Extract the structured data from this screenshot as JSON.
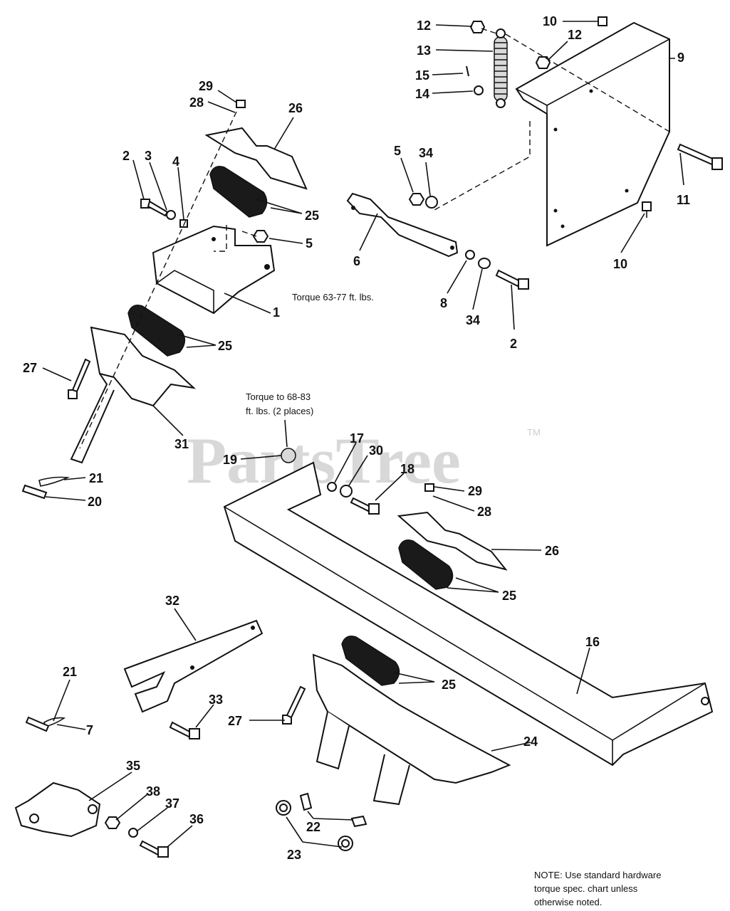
{
  "watermark": {
    "text": "PartsTree",
    "tm": "TM"
  },
  "callouts": [
    {
      "id": "c12a",
      "text": "12"
    },
    {
      "id": "c10a",
      "text": "10"
    },
    {
      "id": "c12b",
      "text": "12"
    },
    {
      "id": "c13",
      "text": "13"
    },
    {
      "id": "c9",
      "text": "9"
    },
    {
      "id": "c15",
      "text": "15"
    },
    {
      "id": "c14",
      "text": "14"
    },
    {
      "id": "c29a",
      "text": "29"
    },
    {
      "id": "c28a",
      "text": "28"
    },
    {
      "id": "c26a",
      "text": "26"
    },
    {
      "id": "c2a",
      "text": "2"
    },
    {
      "id": "c3",
      "text": "3"
    },
    {
      "id": "c4",
      "text": "4"
    },
    {
      "id": "c5a",
      "text": "5"
    },
    {
      "id": "c34a",
      "text": "34"
    },
    {
      "id": "c11",
      "text": "11"
    },
    {
      "id": "c25a",
      "text": "25"
    },
    {
      "id": "c5b",
      "text": "5"
    },
    {
      "id": "c6",
      "text": "6"
    },
    {
      "id": "c10b",
      "text": "10"
    },
    {
      "id": "c8",
      "text": "8"
    },
    {
      "id": "c34b",
      "text": "34"
    },
    {
      "id": "c2b",
      "text": "2"
    },
    {
      "id": "c1",
      "text": "1"
    },
    {
      "id": "c25b",
      "text": "25"
    },
    {
      "id": "c27a",
      "text": "27"
    },
    {
      "id": "c31",
      "text": "31"
    },
    {
      "id": "c19",
      "text": "19"
    },
    {
      "id": "c17",
      "text": "17"
    },
    {
      "id": "c30",
      "text": "30"
    },
    {
      "id": "c18",
      "text": "18"
    },
    {
      "id": "c21a",
      "text": "21"
    },
    {
      "id": "c20",
      "text": "20"
    },
    {
      "id": "c29b",
      "text": "29"
    },
    {
      "id": "c28b",
      "text": "28"
    },
    {
      "id": "c26b",
      "text": "26"
    },
    {
      "id": "c25c",
      "text": "25"
    },
    {
      "id": "c32",
      "text": "32"
    },
    {
      "id": "c16",
      "text": "16"
    },
    {
      "id": "c21b",
      "text": "21"
    },
    {
      "id": "c7",
      "text": "7"
    },
    {
      "id": "c33",
      "text": "33"
    },
    {
      "id": "c27b",
      "text": "27"
    },
    {
      "id": "c25d",
      "text": "25"
    },
    {
      "id": "c24",
      "text": "24"
    },
    {
      "id": "c35",
      "text": "35"
    },
    {
      "id": "c38",
      "text": "38"
    },
    {
      "id": "c37",
      "text": "37"
    },
    {
      "id": "c36",
      "text": "36"
    },
    {
      "id": "c22",
      "text": "22"
    },
    {
      "id": "c23",
      "text": "23"
    }
  ],
  "torque_notes": {
    "t1": "Torque 63-77 ft. lbs.",
    "t2_line1": "Torque to 68-83",
    "t2_line2": "ft. lbs. (2 places)"
  },
  "footnote": {
    "line1": "NOTE: Use standard hardware",
    "line2": "torque spec. chart unless",
    "line3": "otherwise noted."
  }
}
